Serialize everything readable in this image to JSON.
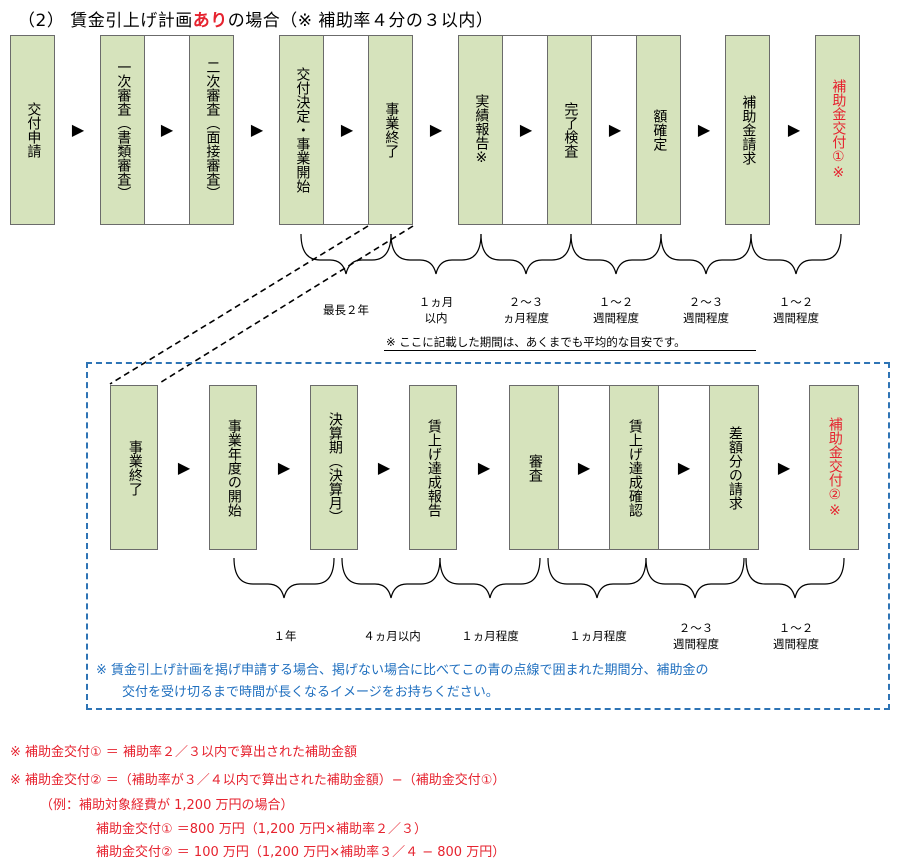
{
  "title": {
    "prefix": "（2）  賃金引上げ計画",
    "highlight": "あり",
    "suffix": "の場合（※ 補助率４分の３以内）"
  },
  "top_flow": [
    {
      "text": "交付申請"
    },
    {
      "text": "一次審査（書類審査）"
    },
    {
      "text": "二次審査（面接審査）"
    },
    {
      "text": "交付決定・事業開始"
    },
    {
      "text": "事業終了"
    },
    {
      "text": "実績報告※"
    },
    {
      "text": "完了検査"
    },
    {
      "text": "額確定"
    },
    {
      "text": "補助金請求"
    },
    {
      "text": "補助金交付①※"
    }
  ],
  "top_durations": {
    "d1": "最長２年",
    "d2a": "１ヵ月",
    "d2b": "以内",
    "d3a": "２〜３",
    "d3b": "ヵ月程度",
    "d4a": "１〜２",
    "d4b": "週間程度",
    "d5a": "２〜３",
    "d5b": "週間程度",
    "d6a": "１〜２",
    "d6b": "週間程度"
  },
  "top_note": "※ ここに記載した期間は、あくまでも平均的な目安です。",
  "bottom_flow": [
    {
      "text": "事業終了"
    },
    {
      "text": "事業年度の開始"
    },
    {
      "text": "決算期（決算月）"
    },
    {
      "text": "賃上げ達成報告"
    },
    {
      "text": "審査"
    },
    {
      "text": "賃上げ達成確認"
    },
    {
      "text": "差額分の請求"
    },
    {
      "text": "補助金交付②※"
    }
  ],
  "bottom_durations": {
    "b1": "１年",
    "b2": "４ヵ月以内",
    "b3": "１ヵ月程度",
    "b4": "１ヵ月程度",
    "b5a": "２〜３",
    "b5b": "週間程度",
    "b6a": "１〜２",
    "b6b": "週間程度"
  },
  "blue_note": {
    "line1": "※  賃金引上げ計画を掲げ申請する場合、掲げない場合に比べてこの青の点線で囲まれた期間分、補助金の",
    "line2": "交付を受け切るまで時間が長くなるイメージをお持ちください。"
  },
  "footnotes": {
    "f1": "※  補助金交付① ＝ 補助率２／３以内で算出された補助金額",
    "f2": "※  補助金交付② ＝（補助率が３／４以内で算出された補助金額）−（補助金交付①）",
    "f3": "（例：補助対象経費が 1,200 万円の場合）",
    "f4": "補助金交付① ＝800 万円（1,200 万円×補助率２／３）",
    "f5": "補助金交付② ＝ 100 万円（1,200 万円×補助率３／４ − 800 万円）"
  },
  "arrow_glyph": "▶",
  "colors": {
    "box_green": "#d6e3bc",
    "accent_red": "#e6232f",
    "note_blue": "#1f6fbf",
    "dash_blue": "#2e74b5"
  }
}
